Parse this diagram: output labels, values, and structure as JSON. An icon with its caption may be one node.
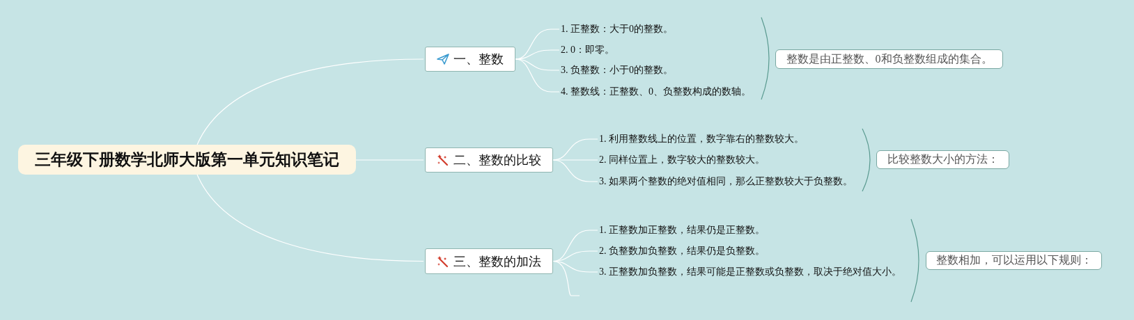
{
  "diagram": {
    "nodes": [
      {
        "text": [
          "三年级下册数学北师大版第一单元知识笔记"
        ]
      },
      {
        "text": [
          "一、整数"
        ]
      },
      {
        "text": [
          "1. 正整数：大于0的整数。"
        ]
      },
      {
        "text": [
          "2. 0：即零。"
        ]
      },
      {
        "text": [
          "3. 负整数：小于0的整数。"
        ]
      },
      {
        "text": [
          "4. 整数线：正整数、0、负整数构成的数轴。"
        ]
      },
      {
        "text": [
          "整数是由正整数、0和负整数组成的集合。"
        ]
      },
      {
        "text": [
          "二、整数的比较"
        ]
      },
      {
        "text": [
          "1. 利用整数线上的位置，数字靠右的整数较大。"
        ]
      },
      {
        "text": [
          "2. 同样位置上，数字较大的整数较大。"
        ]
      },
      {
        "text": [
          "3. 如果两个整数的绝对值相同，那么正整数较大于负整数。"
        ]
      },
      {
        "text": [
          "比较整数大小的方法："
        ]
      },
      {
        "text": [
          "三、整数的加法"
        ]
      },
      {
        "text": [
          "1. 正整数加正整数，结果仍是正整数。"
        ]
      },
      {
        "text": [
          "2. 负整数加负整数，结果仍是负整数。"
        ]
      },
      {
        "text": [
          "3. 正整数加负整数，结果可能是正整数或负整数，取决于绝对值大小。"
        ]
      },
      {
        "text": [
          "整数相加，可以运用以下规则："
        ]
      }
    ],
    "edges": [
      {
        "from": 0,
        "to": 1,
        "arrow": "none"
      },
      {
        "from": 1,
        "to": 2,
        "arrow": "none"
      },
      {
        "from": 1,
        "to": 3,
        "arrow": "none"
      },
      {
        "from": 1,
        "to": 4,
        "arrow": "none"
      },
      {
        "from": 1,
        "to": 5,
        "arrow": "none"
      },
      {
        "from": 0,
        "to": 7,
        "arrow": "none"
      },
      {
        "from": 7,
        "to": 8,
        "arrow": "none"
      },
      {
        "from": 7,
        "to": 9,
        "arrow": "none"
      },
      {
        "from": 7,
        "to": 10,
        "arrow": "none"
      },
      {
        "from": 0,
        "to": 12,
        "arrow": "none"
      },
      {
        "from": 12,
        "to": 13,
        "arrow": "none"
      },
      {
        "from": 12,
        "to": 14,
        "arrow": "none"
      },
      {
        "from": 12,
        "to": 15,
        "arrow": "none"
      },
      {
        "from": 12,
        "to": null,
        "arrow": "none"
      }
    ]
  }
}
